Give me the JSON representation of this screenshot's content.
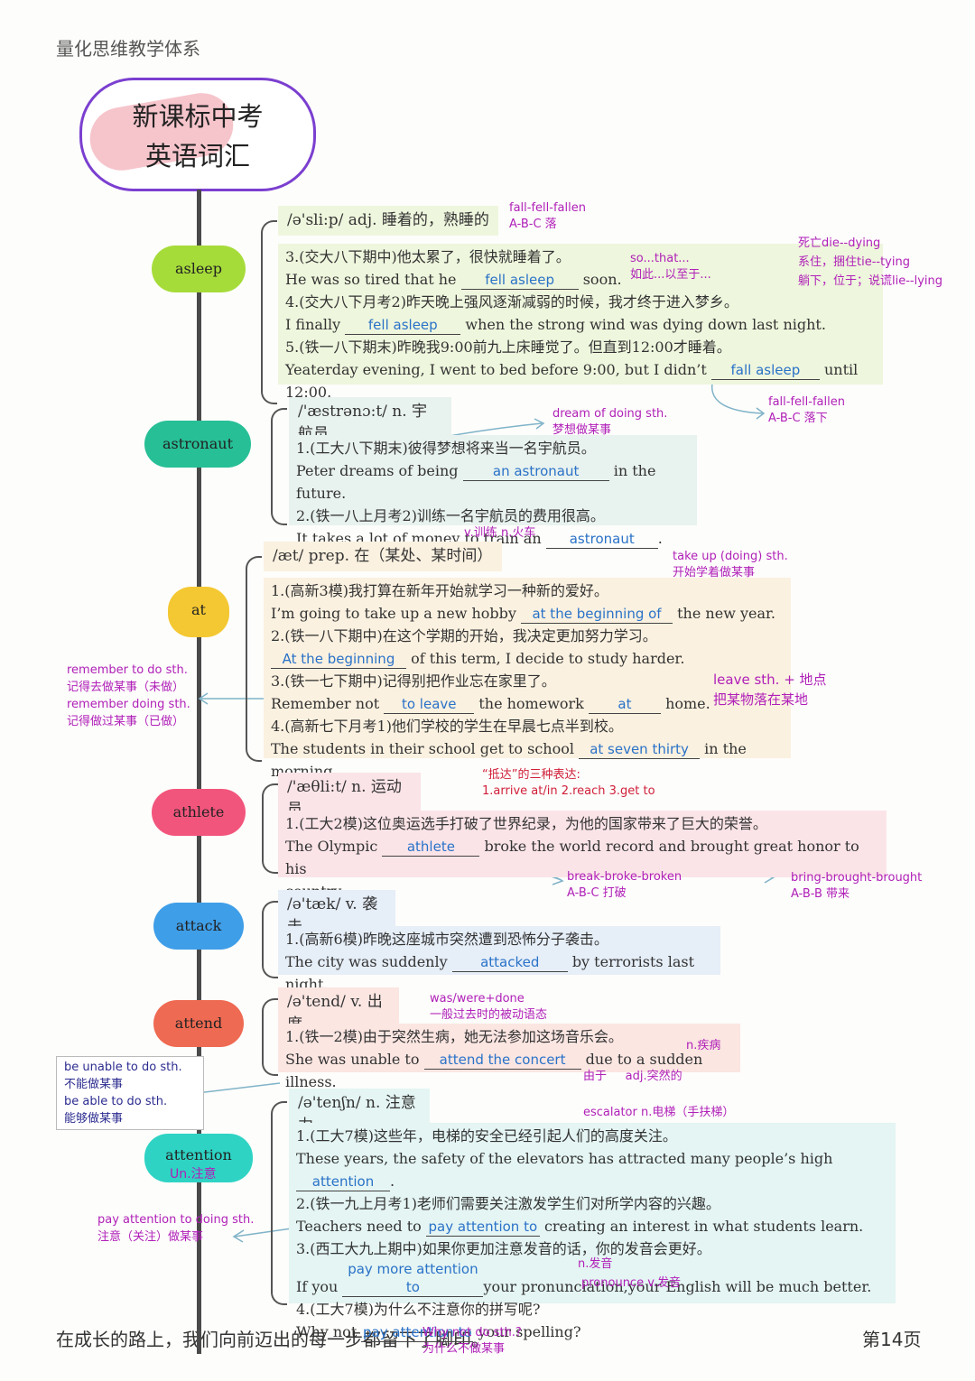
{
  "header": "量化思维教学体系",
  "footer": {
    "slogan": "在成长的路上，我们向前迈出的每一步都留下了脚印。",
    "page": "第14页"
  },
  "title": {
    "line1": "新课标中考",
    "line2": "英语词汇"
  },
  "colors": {
    "asleep": "#a6dc3a",
    "astronaut": "#27bf96",
    "at": "#f4c832",
    "athlete": "#f2557c",
    "attack": "#3f9ee8",
    "attend": "#ee6a52",
    "attention": "#2ed3c4"
  },
  "words": {
    "asleep": {
      "name": "asleep",
      "phonetic": "/ə'sli:p/ adj. 睡着的，熟睡的",
      "s1": {
        "cn": "3.(交大八下期中)他太累了，很快就睡着了。",
        "a": "He was so tired that he",
        "blank": "fell asleep",
        "b": "soon."
      },
      "s2": {
        "cn": "4.(交大八下月考2)昨天晚上强风逐渐减弱的时候，我才终于进入梦乡。",
        "a": "I finally",
        "blank": "fell asleep",
        "b": "when the strong wind was dying down last night."
      },
      "s3": {
        "cn": "5.(铁一八下期末)昨晚我9:00前九上床睡觉了。但直到12:00才睡着。",
        "a": "Yeaterday evening, I went to bed before 9:00, but I didn’t",
        "blank": "fall asleep",
        "b": "until 12:00."
      },
      "n1": "fall-fell-fallen\nA-B-C 落",
      "n2": "so...that...\n如此...以至于...",
      "n3": "死亡die--dying\n系住，捆住tie--tying\n躺下，位于；说谎lie--lying",
      "n4": "fall-fell-fallen\nA-B-C 落下"
    },
    "astronaut": {
      "name": "astronaut",
      "phonetic": "/'æstrənɔ:t/ n. 宇航员",
      "s1": {
        "cn": "1.(工大八下期末)彼得梦想将来当一名宇航员。",
        "a": "Peter dreams of being",
        "blank": "an astronaut",
        "b": "in the future."
      },
      "s2": {
        "cn": "2.(铁一八上月考2)训练一名宇航员的费用很高。",
        "a": "It takes a lot of money to train an",
        "blank": "astronaut",
        "b": "."
      },
      "n1": "dream of doing sth.\n梦想做某事",
      "n2": "v.训练 n.火车"
    },
    "at": {
      "name": "at",
      "phonetic": "/æt/ prep. 在（某处、某时间）",
      "s1": {
        "cn": "1.(高新3模)我打算在新年开始就学习一种新的爱好。",
        "a": "I’m going to take up a new hobby",
        "blank": "at the beginning of",
        "b": "the new year."
      },
      "s2": {
        "cn": "2.(铁一八下期中)在这个学期的开始，我决定更加努力学习。",
        "blank": "At the beginning",
        "b": "of this term, I decide to study harder."
      },
      "s3": {
        "cn": "3.(铁一七下期中)记得别把作业忘在家里了。",
        "a": "Remember not",
        "blank": "to leave",
        "mid": "the homework",
        "blank2": "at",
        "b": "home."
      },
      "s4": {
        "cn": "4.(高新七下月考1)他们学校的学生在早晨七点半到校。",
        "a": "The students in their school get to school",
        "blank": "at seven thirty",
        "b": "in the morning."
      },
      "n1": "take up (doing) sth.\n开始学着做某事",
      "n2": "leave sth. + 地点\n把某物落在某地",
      "n3": "remember to do sth.\n记得去做某事（未做）\nremember doing sth.\n记得做过某事（已做）"
    },
    "athlete": {
      "name": "athlete",
      "phonetic": "/'æθli:t/ n. 运动员",
      "s1": {
        "cn": "1.(工大2模)这位奥运选手打破了世界纪录，为他的国家带来了巨大的荣誉。",
        "a": "The Olympic",
        "blank": "athlete",
        "b": "broke the world record and brought great honor to his",
        "c": "country."
      },
      "n1": "“抵达”的三种表达:\n1.arrive at/in 2.reach 3.get to",
      "n2": "break-broke-broken\nA-B-C 打破",
      "n3": "bring-brought-brought\nA-B-B 带来"
    },
    "attack": {
      "name": "attack",
      "phonetic": "/ə'tæk/ v. 袭击",
      "s1": {
        "cn": "1.(高新6模)昨晚这座城市突然遭到恐怖分子袭击。",
        "a": "The city was suddenly",
        "blank": "attacked",
        "b": "by terrorists last night."
      }
    },
    "attend": {
      "name": "attend",
      "phonetic": "/ə'tend/ v. 出席",
      "s1": {
        "cn": "1.(铁一2模)由于突然生病，她无法参加这场音乐会。",
        "a": "She was unable to",
        "blank": "attend the concert",
        "b": "due to a sudden illness."
      },
      "n1": "was/were+done\n一般过去时的被动语态",
      "n2": "n.疾病",
      "n3": "由于     adj.突然的",
      "n4": "be unable to do sth.\n不能做某事\nbe able to do sth.\n能够做某事"
    },
    "attention": {
      "name": "attention",
      "sub": "Un.注意",
      "phonetic": "/ə'tenʃn/ n. 注意力",
      "s1": {
        "cn": "1.(工大7模)这些年，电梯的安全已经引起人们的高度关注。",
        "a": "These years, the safety of the elevators has attracted many people’s high",
        "blank": "attention",
        "b": "."
      },
      "s2": {
        "cn": "2.(铁一九上月考1)老师们需要关注激发学生们对所学内容的兴趣。",
        "a": "Teachers need to",
        "blank": "pay attention to",
        "b": "creating an interest in what students learn."
      },
      "s3": {
        "cn": "3.(西工大九上期中)如果你更加注意发音的话，你的发音会更好。",
        "a": "If  you",
        "blank": "pay more attention to",
        "b": "your pronunciation,your English will be much better."
      },
      "s4": {
        "cn": "4.(工大7模)为什么不注意你的拼写呢?",
        "a": "Why not",
        "blank": "pay attention to",
        "b": "your spelling?"
      },
      "n1": "escalator n.电梯（手扶梯）",
      "n2": "pay attention to doing sth.\n注意（关注）做某事",
      "n3": "n.发音",
      "n4": "pronounce v.发音",
      "n5": "Why not do sth.?\n为什么不做某事"
    }
  }
}
